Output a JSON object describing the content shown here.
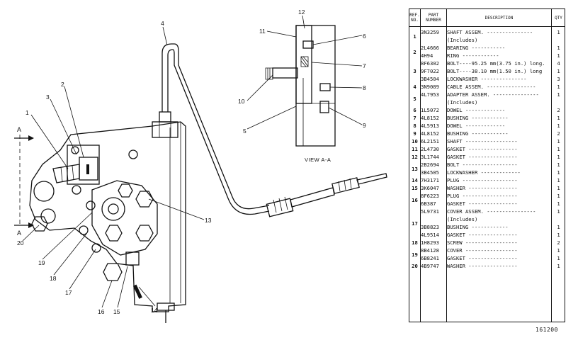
{
  "diagram": {
    "callouts": [
      "1",
      "2",
      "3",
      "4",
      "5",
      "6",
      "7",
      "8",
      "9",
      "10",
      "11",
      "12",
      "13",
      "14",
      "15",
      "16",
      "17",
      "18",
      "19",
      "20"
    ],
    "section_marks": [
      "A",
      "A"
    ],
    "view_label": "VIEW A-A"
  },
  "parts_table": {
    "headers": {
      "ref": "REF. NO.",
      "part": "PART NUMBER",
      "desc": "DESCRIPTION",
      "qty": "QTY"
    },
    "groups": [
      {
        "ref": "1",
        "rows": [
          {
            "pn": "3N3259",
            "desc": "SHAFT ASSEM. ---------------",
            "qty": "1"
          },
          {
            "pn": "",
            "desc": "(Includes)",
            "qty": ""
          }
        ]
      },
      {
        "ref": "2",
        "rows": [
          {
            "pn": "2L4666",
            "desc": "BEARING -----------",
            "qty": "1"
          },
          {
            "pn": "4H94",
            "desc": "RING ------------",
            "qty": "1"
          }
        ]
      },
      {
        "ref": "3",
        "rows": [
          {
            "pn": "8F6302",
            "desc": "BOLT----95.25 mm(3.75 in.) long.",
            "qty": "4"
          },
          {
            "pn": "9F7022",
            "desc": "BOLT----38.10 mm(1.50 in.) long",
            "qty": "1"
          },
          {
            "pn": "3B4504",
            "desc": "LOCKWASHER ---------------",
            "qty": "3"
          }
        ]
      },
      {
        "ref": "4",
        "rows": [
          {
            "pn": "3N9089",
            "desc": "CABLE ASSEM. ----------------",
            "qty": "1"
          }
        ]
      },
      {
        "ref": "5",
        "rows": [
          {
            "pn": "4L7953",
            "desc": "ADAPTER ASSEM. ---------------",
            "qty": "1"
          },
          {
            "pn": "",
            "desc": "(Includes)",
            "qty": ""
          }
        ]
      },
      {
        "ref": "6",
        "rows": [
          {
            "pn": "1L5072",
            "desc": "DOWEL -------------",
            "qty": "2"
          }
        ]
      },
      {
        "ref": "7",
        "rows": [
          {
            "pn": "4L8152",
            "desc": "BUSHING ------------",
            "qty": "1"
          }
        ]
      },
      {
        "ref": "8",
        "rows": [
          {
            "pn": "4L5913",
            "desc": "DOWEL -------------",
            "qty": "1"
          }
        ]
      },
      {
        "ref": "9",
        "rows": [
          {
            "pn": "4L8152",
            "desc": "BUSHING ------------",
            "qty": "2"
          }
        ]
      },
      {
        "ref": "10",
        "rows": [
          {
            "pn": "6L2151",
            "desc": "SHAFT -----------------",
            "qty": "1"
          }
        ]
      },
      {
        "ref": "11",
        "rows": [
          {
            "pn": "2L4730",
            "desc": "GASKET ----------------",
            "qty": "1"
          }
        ]
      },
      {
        "ref": "12",
        "rows": [
          {
            "pn": "3L1744",
            "desc": "GASKET ----------------",
            "qty": "1"
          }
        ]
      },
      {
        "ref": "13",
        "rows": [
          {
            "pn": "2B2694",
            "desc": "BOLT ------------------",
            "qty": "1"
          },
          {
            "pn": "3B4505",
            "desc": "LOCKWASHER -------------",
            "qty": "1"
          }
        ]
      },
      {
        "ref": "14",
        "rows": [
          {
            "pn": "7H3171",
            "desc": "PLUG ------------------",
            "qty": "1"
          }
        ]
      },
      {
        "ref": "15",
        "rows": [
          {
            "pn": "3K6047",
            "desc": "WASHER ----------------",
            "qty": "1"
          }
        ]
      },
      {
        "ref": "16",
        "rows": [
          {
            "pn": "8F6223",
            "desc": "PLUG ------------------",
            "qty": "1"
          },
          {
            "pn": "6B387",
            "desc": "GASKET ----------------",
            "qty": "1"
          }
        ]
      },
      {
        "ref": "17",
        "rows": [
          {
            "pn": "5L9731",
            "desc": "COVER ASSEM. ----------------",
            "qty": "1"
          },
          {
            "pn": "",
            "desc": "(Includes)",
            "qty": ""
          },
          {
            "pn": "3B8823",
            "desc": "BUSHING ------------",
            "qty": "1"
          },
          {
            "pn": "4L9514",
            "desc": "GASKET ----------------",
            "qty": "1"
          }
        ]
      },
      {
        "ref": "18",
        "rows": [
          {
            "pn": "1H8293",
            "desc": "SCREW -----------------",
            "qty": "2"
          }
        ]
      },
      {
        "ref": "19",
        "rows": [
          {
            "pn": "8B4128",
            "desc": "COVER -----------------",
            "qty": "1"
          },
          {
            "pn": "6B8241",
            "desc": "GASKET ----------------",
            "qty": "1"
          }
        ]
      },
      {
        "ref": "20",
        "rows": [
          {
            "pn": "4B9747",
            "desc": "WASHER ----------------",
            "qty": "1"
          }
        ]
      }
    ]
  },
  "drawing_number": "161200"
}
